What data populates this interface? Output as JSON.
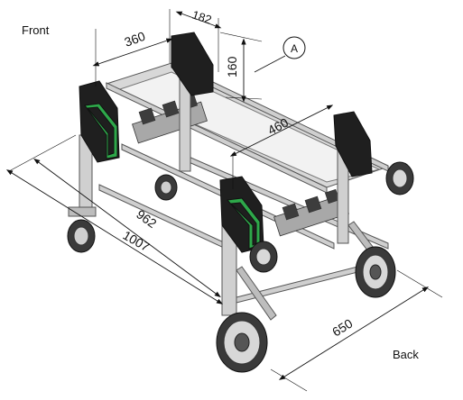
{
  "labels": {
    "front": "Front",
    "back": "Back",
    "callout": "A"
  },
  "dimensions": {
    "d360": "360",
    "d182": "182",
    "d160": "160",
    "d460": "460",
    "d962": "962",
    "d1007": "1007",
    "d650": "650"
  },
  "colors": {
    "frame": "#c8c8c8",
    "frame_stroke": "#555555",
    "dark": "#1f1f1f",
    "accent": "#2ea84a",
    "tire": "#3a3a3a"
  }
}
